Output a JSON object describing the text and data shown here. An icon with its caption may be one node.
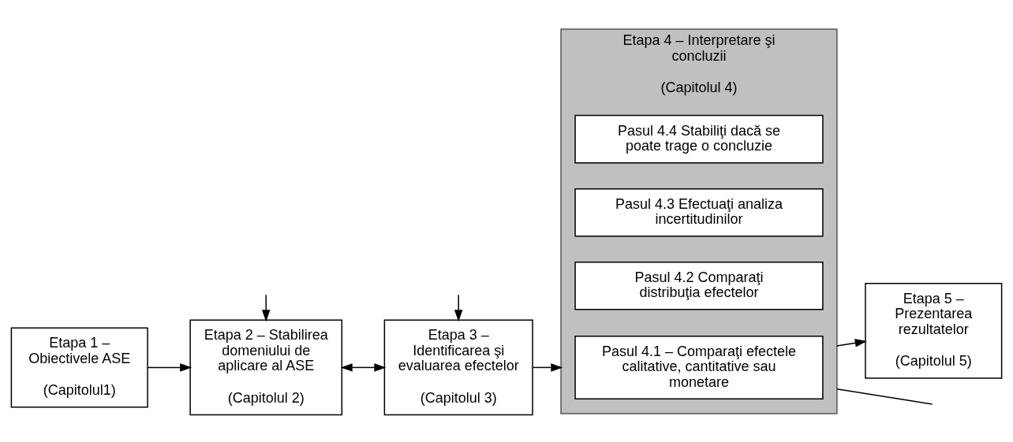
{
  "diagram": {
    "nodes": [
      {
        "text": [
          "Etapa 1 – Obiectivele ASE",
          "(Capitolul1)"
        ]
      },
      {
        "text": [
          "Etapa 2 – Stabilirea domeniului de aplicare al ASE",
          "(Capitolul 2)"
        ]
      },
      {
        "text": [
          "Etapa 3 – Identificarea şi evaluarea efectelor",
          "(Capitolul 3)"
        ]
      },
      {
        "text": [
          "Etapa 4 – Interpretare şi concluzii",
          "(Capitolul 4)"
        ]
      },
      {
        "text": [
          "Pasul 4.1 – Comparaţi efectele calitative, cantitative sau monetare"
        ],
        "in": 3
      },
      {
        "text": [
          "Pasul 4.2 Comparaţi distribuţia efectelor"
        ],
        "in": 3
      },
      {
        "text": [
          "Pasul 4.3 Efectuaţi analiza incertitudinilor"
        ],
        "in": 3
      },
      {
        "text": [
          "Pasul 4.4 Stabiliţi dacă se poate trage o concluzie"
        ],
        "in": 3
      },
      {
        "text": [
          "Etapa 5 – Prezentarea rezultatelor",
          "(Capitolul 5)"
        ]
      }
    ],
    "edges": [
      {
        "from": 0,
        "to": 1,
        "arrow": "to"
      },
      {
        "from": 1,
        "to": 2,
        "arrow": "both"
      },
      {
        "from": 2,
        "to": 3,
        "arrow": "to"
      },
      {
        "from": 3,
        "to": 8,
        "arrow": "to"
      },
      {
        "from": null,
        "to": 1,
        "arrow": "to"
      },
      {
        "from": null,
        "to": 2,
        "arrow": "to"
      },
      {
        "from": 3,
        "to": null,
        "arrow": "none"
      }
    ]
  }
}
